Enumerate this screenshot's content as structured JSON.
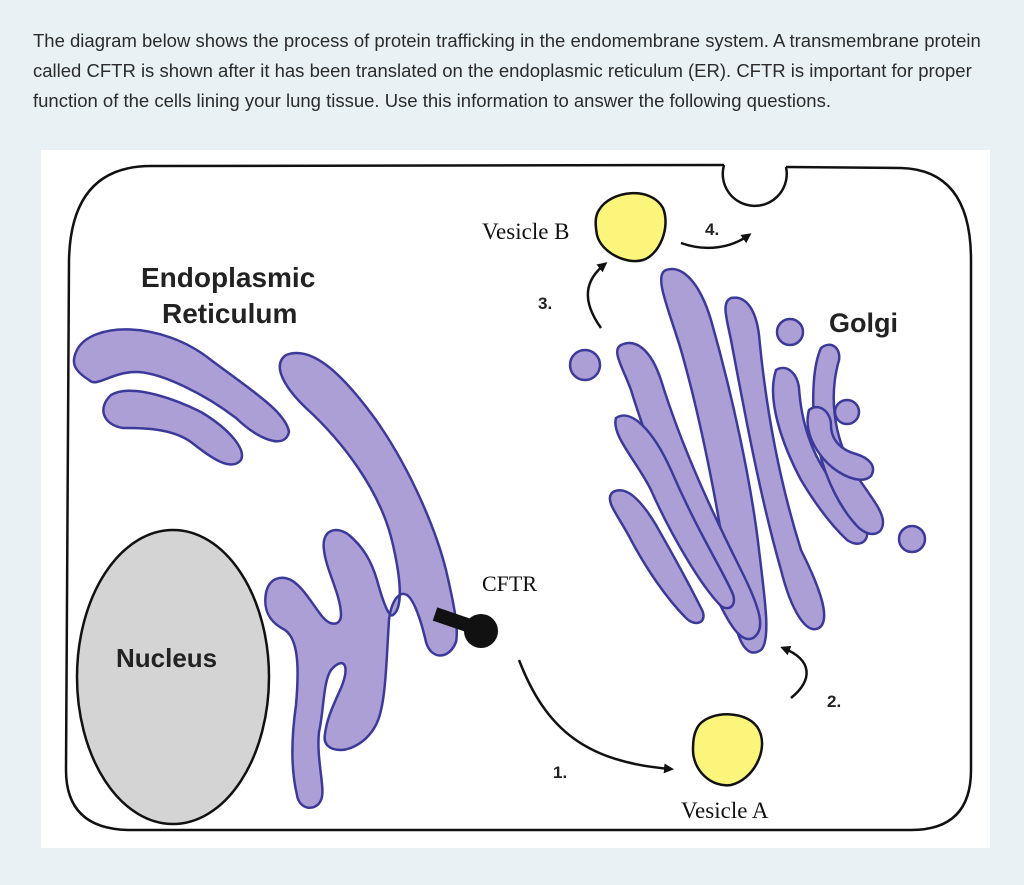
{
  "intro_text": "The diagram below shows the process of protein trafficking in the endomembrane system. A transmembrane protein called CFTR is shown after it has been translated on the endoplasmic reticulum (ER). CFTR is important for proper function of the cells lining your lung tissue. Use this information to answer the following questions.",
  "diagram": {
    "labels": {
      "er_line1": "Endoplasmic",
      "er_line2": "Reticulum",
      "golgi": "Golgi",
      "nucleus": "Nucleus",
      "cftr": "CFTR",
      "vesicle_a": "Vesicle A",
      "vesicle_b": "Vesicle B"
    },
    "steps": {
      "step1": "1.",
      "step2": "2.",
      "step3": "3.",
      "step4": "4."
    },
    "colors": {
      "membrane_fill": "#ac9fd6",
      "membrane_stroke": "#3b3a9b",
      "vesicle_fill": "#fbf57c",
      "nucleus_fill": "#d4d4d4",
      "page_background": "#e9f1f4"
    }
  }
}
